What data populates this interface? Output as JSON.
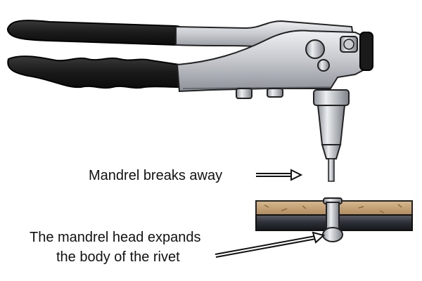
{
  "callouts": {
    "mandrel_breaks": "Mandrel breaks away",
    "head_line_1": "The mandrel head expands",
    "head_line_2": "the body of the rivet"
  },
  "colors": {
    "handle_grip": "#1c1c1c",
    "tool_metal": "#c9cbd0",
    "wood": "#c8a77d",
    "metal_sheet": "#3a3d44",
    "rivet": "#b9bcc2"
  }
}
